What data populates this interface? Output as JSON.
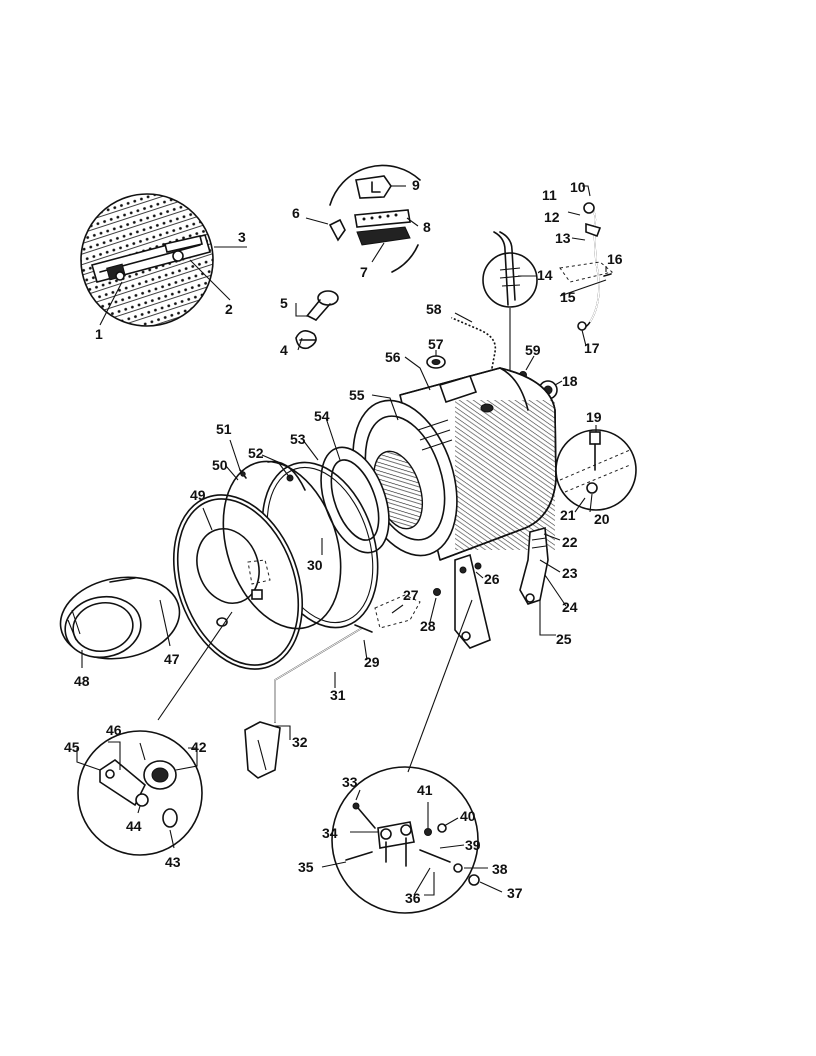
{
  "labels": {
    "l1": "1",
    "l2": "2",
    "l3": "3",
    "l4": "4",
    "l5": "5",
    "l6": "6",
    "l7": "7",
    "l8": "8",
    "l9": "9",
    "l10": "10",
    "l11": "11",
    "l12": "12",
    "l13": "13",
    "l14": "14",
    "l15": "15",
    "l16": "16",
    "l17": "17",
    "l18": "18",
    "l19": "19",
    "l20": "20",
    "l21": "21",
    "l22": "22",
    "l23": "23",
    "l24": "24",
    "l25": "25",
    "l26": "26",
    "l27": "27",
    "l28": "28",
    "l29": "29",
    "l30": "30",
    "l31": "31",
    "l32": "32",
    "l33": "33",
    "l34": "34",
    "l35": "35",
    "l36": "36",
    "l37": "37",
    "l38": "38",
    "l39": "39",
    "l40": "40",
    "l41": "41",
    "l42": "42",
    "l43": "43",
    "l44": "44",
    "l45": "45",
    "l46": "46",
    "l47": "47",
    "l48": "48",
    "l49": "49",
    "l50": "50",
    "l51": "51",
    "l52": "52",
    "l53": "53",
    "l54": "54",
    "l55": "55",
    "l56": "56",
    "l57": "57",
    "l58": "58",
    "l59": "59"
  }
}
